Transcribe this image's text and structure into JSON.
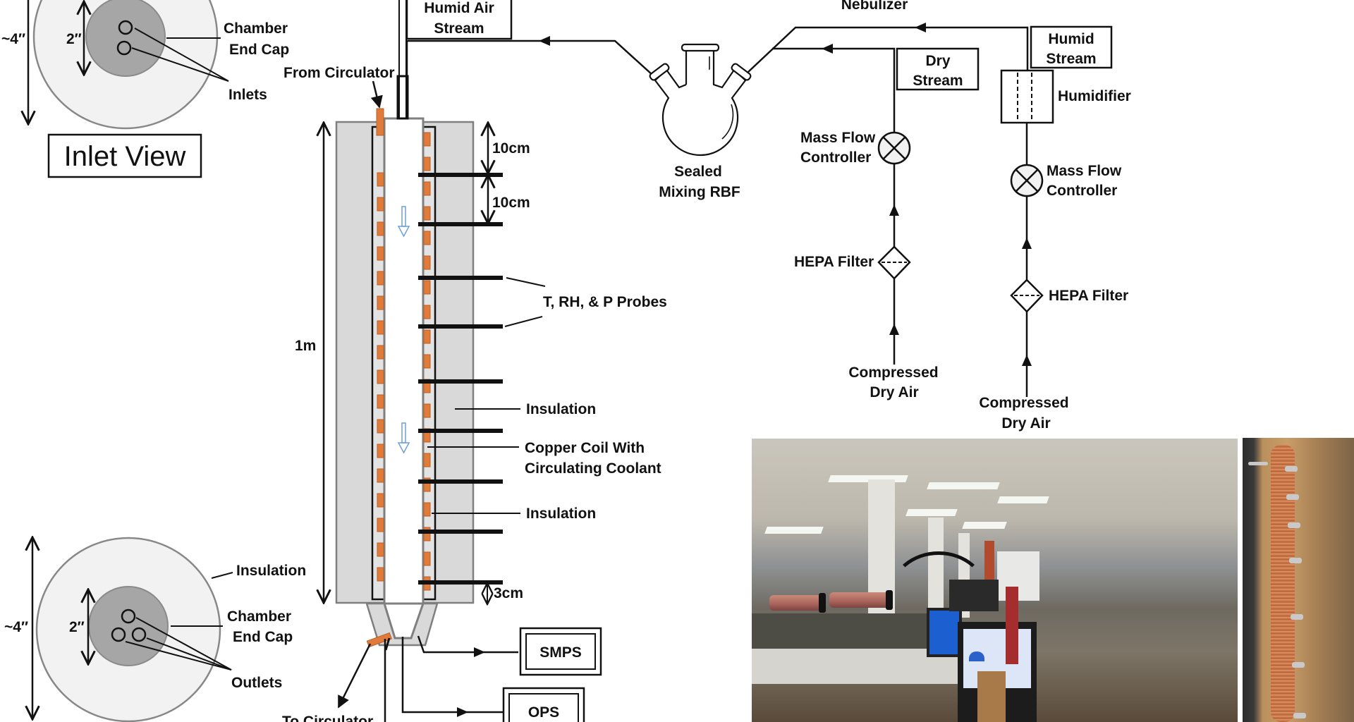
{
  "inlet_view": {
    "title": "Inlet View",
    "outer_dim": "~4″",
    "inner_dim": "2″",
    "end_cap_label_1": "Chamber",
    "end_cap_label_2": "End Cap",
    "inlets_label": "Inlets"
  },
  "outlet_view": {
    "outer_dim": "~4″",
    "inner_dim": "2″",
    "insulation_label": "Insulation",
    "end_cap_label_1": "Chamber",
    "end_cap_label_2": "End Cap",
    "outlets_label": "Outlets"
  },
  "column": {
    "from_circulator": "From Circulator",
    "to_circulator": "To Circulator",
    "length_label": "1m",
    "spacing_1": "10cm",
    "spacing_2": "10cm",
    "spacing_bottom": "3cm",
    "probes_label": "T, RH, & P Probes",
    "insulation_outer_label": "Insulation",
    "coil_label_1": "Copper Coil With",
    "coil_label_2": "Circulating Coolant",
    "insulation_inner_label": "Insulation",
    "probe_count": 9
  },
  "flow": {
    "humid_air_1": "Humid Air",
    "humid_air_2": "Stream",
    "nebulizer": "Nebulizer",
    "flask_1": "Sealed",
    "flask_2": "Mixing RBF",
    "dry_1": "Dry",
    "dry_2": "Stream",
    "humid_1": "Humid",
    "humid_2": "Stream",
    "humidifier": "Humidifier",
    "mfc_1": "Mass Flow",
    "mfc_2": "Controller",
    "hepa": "HEPA Filter",
    "cda_1": "Compressed",
    "cda_2": "Dry Air"
  },
  "instruments": {
    "smps": "SMPS",
    "ops": "OPS"
  },
  "colors": {
    "insulation": "#d9d9d9",
    "end_cap": "#a6a6a6",
    "outer_disc": "#f2f2f2",
    "copper_coil": "#e07b39",
    "flow_arrow": "#6f9fd8"
  },
  "photos": [
    {
      "name": "lab-setup-photo"
    },
    {
      "name": "copper-coil-column-photo"
    }
  ]
}
